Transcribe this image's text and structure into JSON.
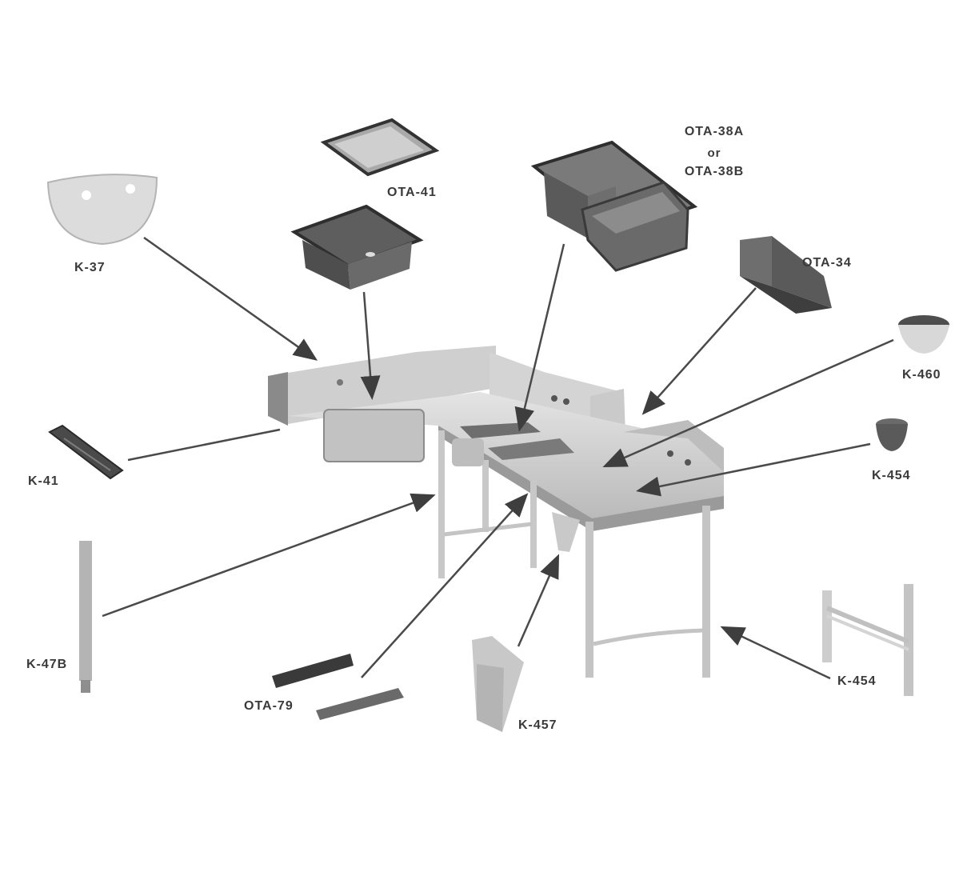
{
  "parts": [
    {
      "id": "basket",
      "label": "K-37"
    },
    {
      "id": "drainboard",
      "label": "OTA-41"
    },
    {
      "id": "sink-bowl",
      "label": ""
    },
    {
      "id": "double-sink",
      "label_line1": "OTA-38A",
      "label_line2": "or",
      "label_line3": "OTA-38B"
    },
    {
      "id": "splash-shelf",
      "label": "OTA-34"
    },
    {
      "id": "bowl-large",
      "label": "K-460"
    },
    {
      "id": "bowl-small",
      "label": "K-454"
    },
    {
      "id": "drain-strip",
      "label": "K-41"
    },
    {
      "id": "leg",
      "label": "K-47B"
    },
    {
      "id": "cover-strips",
      "label": "OTA-79"
    },
    {
      "id": "corner-bracket",
      "label": "K-457"
    },
    {
      "id": "crossrail",
      "label": "K-454"
    }
  ],
  "colors": {
    "steel_dark": "#5a5a5a",
    "steel_mid": "#9c9c9c",
    "steel_light": "#d6d6d6",
    "arrow": "#4a4a4a"
  }
}
